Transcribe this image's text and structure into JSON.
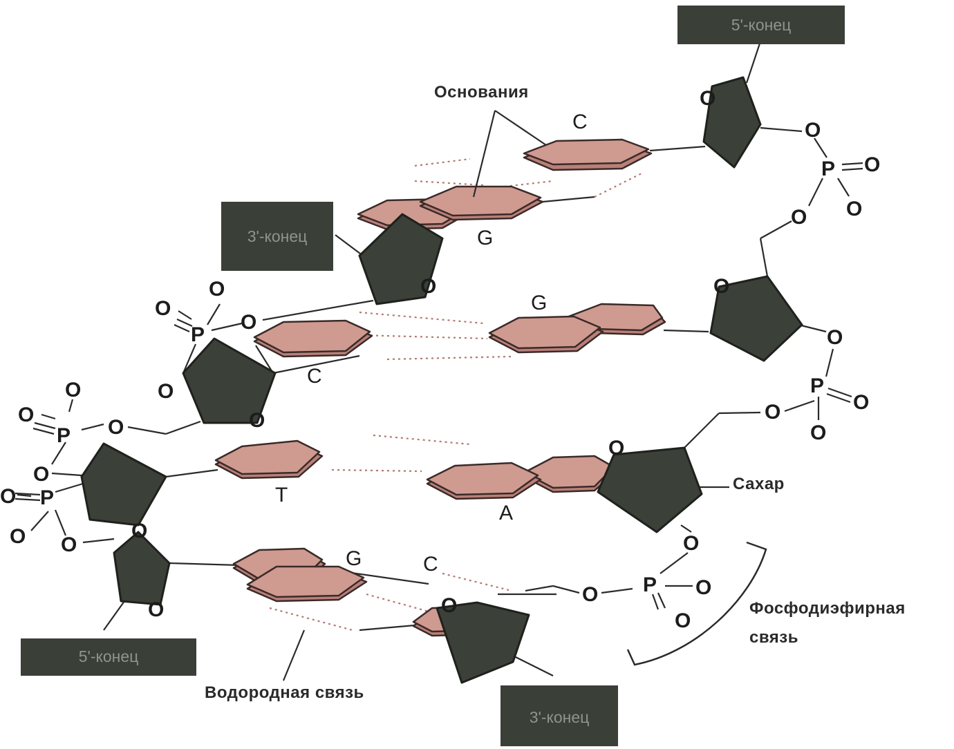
{
  "end_labels": {
    "top_right": "5'-конец",
    "upper_left": "3'-конец",
    "bottom_left": "5'-конец",
    "bottom_center": "3'-конец"
  },
  "labels": {
    "bases": "Основания",
    "sugar": "Сахар",
    "hydrogen_bond": "Водородная связь",
    "phosphodiester_line1": "Фосфодиэфирная",
    "phosphodiester_line2": "связь"
  },
  "base_letters": {
    "pair1_left": "C",
    "pair1_right": "G",
    "pair2_top": "G",
    "pair2_bottom": "C",
    "pair3_left": "T",
    "pair3_right": "A",
    "pair4_left": "G",
    "pair4_right": "C"
  },
  "atoms": {
    "oxygen": "O",
    "phosphorus": "P"
  },
  "colors": {
    "sugar": "#3b4038",
    "base": "#cf9a90",
    "end_box": "#3a3f38"
  }
}
